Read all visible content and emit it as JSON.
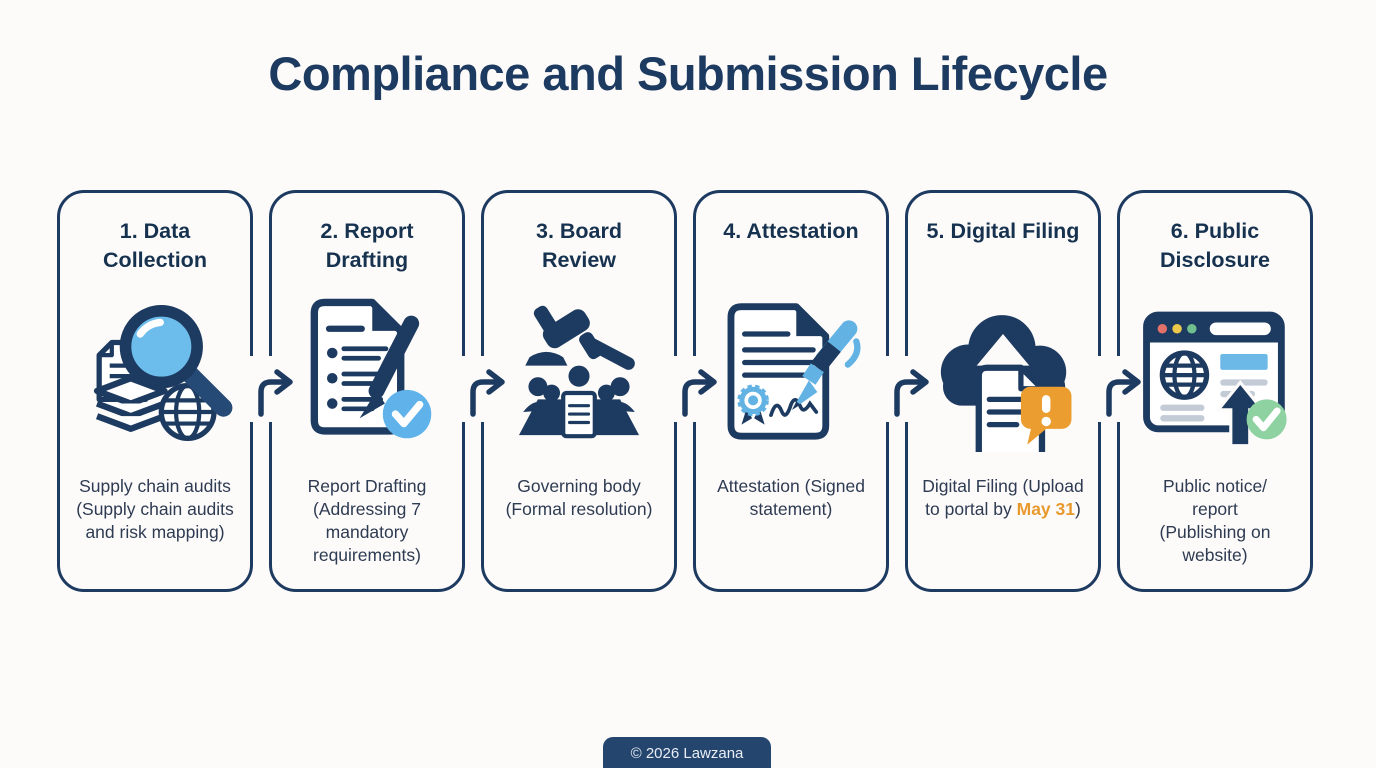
{
  "page": {
    "title": "Compliance and Submission Lifecycle",
    "footer": "© 2026 Lawzana"
  },
  "colors": {
    "navy": "#1d3a60",
    "light_blue": "#62b2e4",
    "orange": "#e8992e",
    "green": "#8fd2a2",
    "gray": "#c3cbd6"
  },
  "steps": [
    {
      "title": "1. Data Collection",
      "icon": "magnifier-documents-globe-icon",
      "description": "Supply chain audits (Supply chain audits and risk mapping)"
    },
    {
      "title": "2. Report Drafting",
      "icon": "checklist-document-pen-check-icon",
      "description": "Report Drafting (Addressing 7 mandatory requirements)"
    },
    {
      "title": "3. Board Review",
      "icon": "gavel-board-meeting-icon",
      "description": "Governing body (Formal resolution)"
    },
    {
      "title": "4. Attestation",
      "icon": "sealed-document-signature-pen-icon",
      "description": "Attestation (Signed statement)"
    },
    {
      "title": "5. Digital Filing",
      "icon": "cloud-upload-document-alert-icon",
      "description_before": "Digital Filing (Upload to portal by ",
      "description_highlight": "May 31",
      "description_after": ")"
    },
    {
      "title": "6. Public Disclosure",
      "icon": "browser-globe-publish-check-icon",
      "description": "Public notice/ report (Publishing on website)"
    }
  ]
}
